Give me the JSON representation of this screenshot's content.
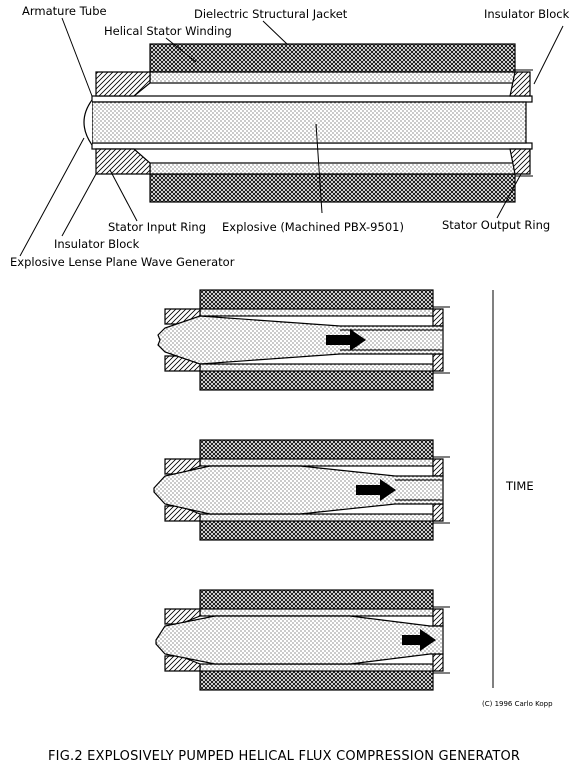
{
  "labels": {
    "armature_tube": "Armature Tube",
    "dielectric_jacket": "Dielectric Structural Jacket",
    "insulator_block_right": "Insulator Block",
    "helical_stator_winding": "Helical Stator Winding",
    "stator_input_ring": "Stator Input Ring",
    "explosive": "Explosive (Machined PBX-9501)",
    "stator_output_ring": "Stator Output Ring",
    "insulator_block_left": "Insulator Block",
    "lens_generator": "Explosive Lense Plane Wave Generator"
  },
  "time_label": "TIME",
  "copyright": "(C) 1996 Carlo Kopp",
  "caption": "FIG.2 EXPLOSIVELY PUMPED HELICAL FLUX COMPRESSION GENERATOR"
}
